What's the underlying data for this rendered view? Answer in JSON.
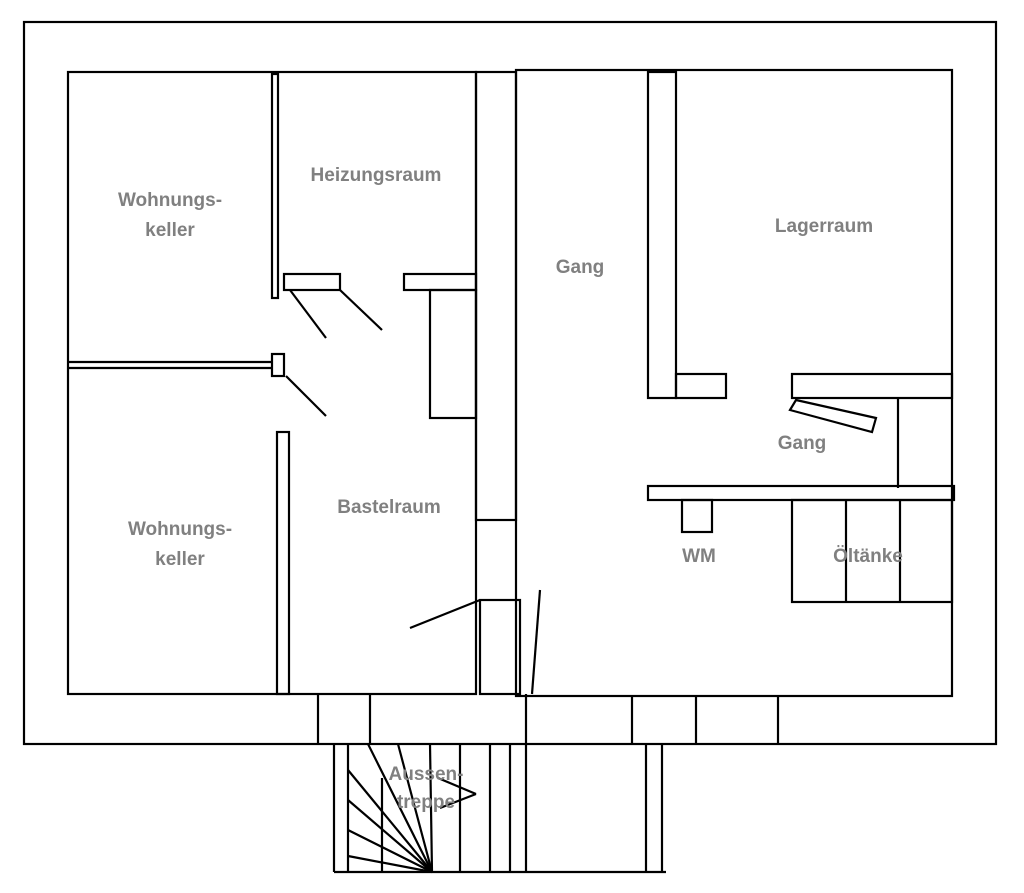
{
  "rooms": {
    "wohnungskeller_top": "Wohnungs-\nkeller",
    "heizungsraum": "Heizungsraum",
    "gang_main": "Gang",
    "lagerraum": "Lagerraum",
    "gang_small": "Gang",
    "wohnungskeller_bottom": "Wohnungs-\nkeller",
    "bastelraum": "Bastelraum",
    "wm": "WM",
    "oeltanke": "Öltänke",
    "aussentreppe": "Aussen-\ntreppe"
  },
  "colors": {
    "line": "#000000",
    "label": "#808080",
    "background": "#ffffff"
  }
}
